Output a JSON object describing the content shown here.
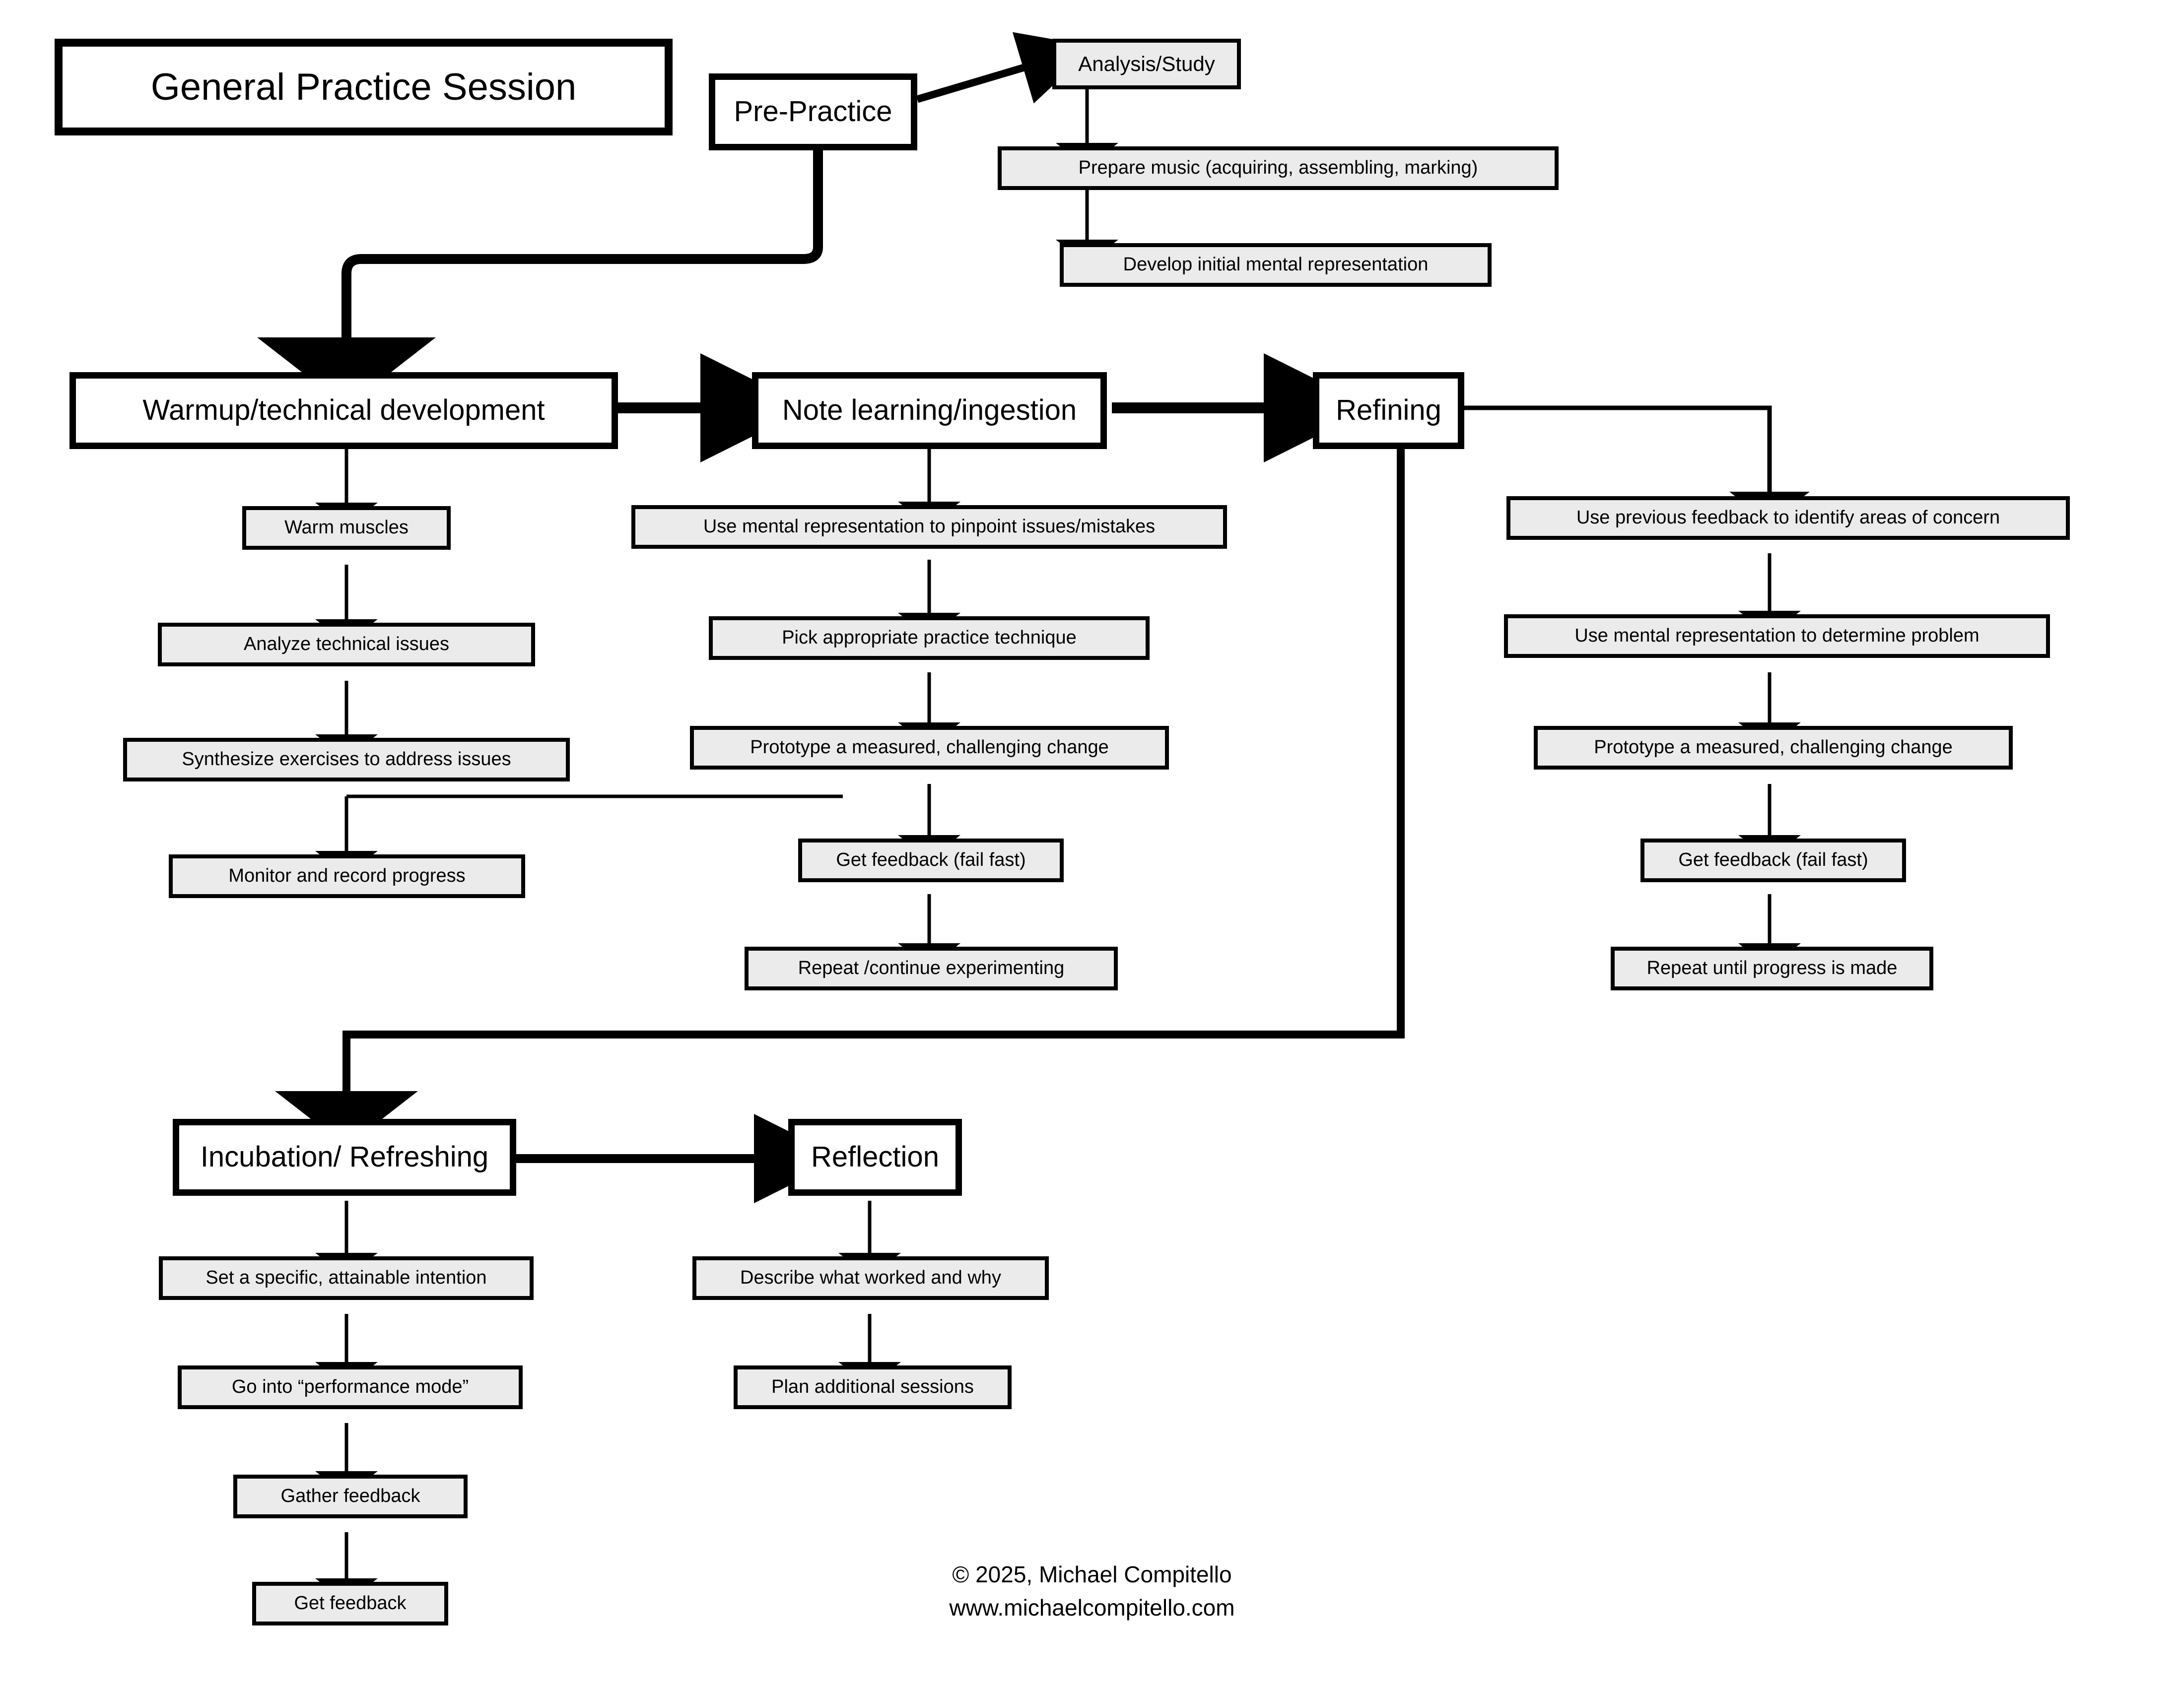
{
  "document": {
    "title": "General Practice Session"
  },
  "nodes": {
    "title": {
      "label": "General Practice Session"
    },
    "pre_practice": {
      "label": "Pre-Practice"
    },
    "analysis_study": {
      "label": "Analysis/Study"
    },
    "prepare_music": {
      "label": "Prepare music (acquiring, assembling, marking)"
    },
    "develop_initial_mental_representation": {
      "label": "Develop initial mental representation"
    },
    "warmup": {
      "label": "Warmup/technical development"
    },
    "warm_muscles": {
      "label": "Warm muscles"
    },
    "analyze_technical_issues": {
      "label": "Analyze technical issues"
    },
    "synthesize_exercises": {
      "label": "Synthesize exercises to address issues"
    },
    "monitor_record_progress": {
      "label": "Monitor and record progress"
    },
    "note_learning": {
      "label": "Note learning/ingestion"
    },
    "pinpoint_issues": {
      "label": "Use mental representation to pinpoint issues/mistakes"
    },
    "pick_technique": {
      "label": "Pick appropriate practice technique"
    },
    "prototype_change_mid": {
      "label": "Prototype a measured, challenging change"
    },
    "get_feedback_mid": {
      "label": "Get feedback (fail fast)"
    },
    "repeat_experimenting": {
      "label": "Repeat /continue experimenting"
    },
    "refining": {
      "label": "Refining"
    },
    "previous_feedback": {
      "label": "Use previous feedback to identify areas of concern"
    },
    "determine_problem": {
      "label": "Use mental representation to determine problem"
    },
    "prototype_change_right": {
      "label": "Prototype a measured, challenging change"
    },
    "get_feedback_right": {
      "label": "Get feedback (fail fast)"
    },
    "repeat_until_progress": {
      "label": "Repeat until progress is made"
    },
    "incubation": {
      "label": "Incubation/ Refreshing"
    },
    "set_intention": {
      "label": "Set a specific, attainable intention"
    },
    "performance_mode": {
      "label": "Go into “performance mode”"
    },
    "gather_feedback": {
      "label": "Gather feedback"
    },
    "get_feedback_bottom": {
      "label": "Get feedback"
    },
    "reflection": {
      "label": "Reflection"
    },
    "describe_what_worked": {
      "label": "Describe what worked and why"
    },
    "plan_additional_sessions": {
      "label": "Plan additional sessions"
    }
  },
  "footer": {
    "copyright": "© 2025, Michael Compitello",
    "website": "www.michaelcompitello.com"
  },
  "colors": {
    "background": "#ffffff",
    "stroke": "#000000",
    "step_fill": "#ebebeb",
    "stage_fill": "#ffffff"
  }
}
